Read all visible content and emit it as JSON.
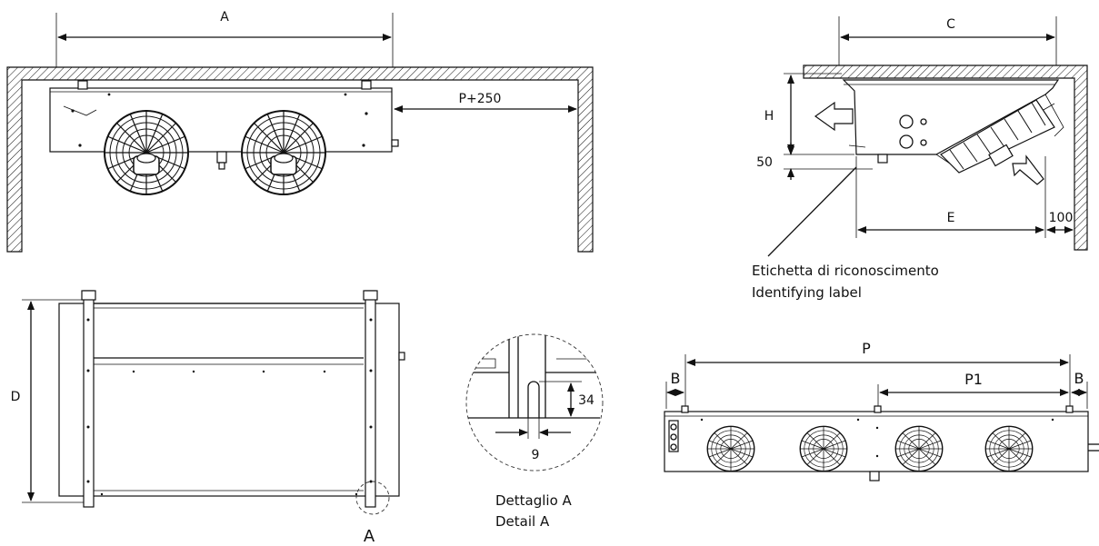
{
  "dimensions": {
    "a": "A",
    "p_plus_250": "P+250",
    "c": "C",
    "h": "H",
    "fifty": "50",
    "e": "E",
    "hundred": "100",
    "d": "D",
    "p": "P",
    "p1": "P1",
    "b": "B",
    "thirty_four": "34",
    "nine": "9",
    "detail_marker": "A"
  },
  "labels": {
    "identifying_it": "Etichetta di riconoscimento",
    "identifying_en": "Identifying label",
    "detail_it": "Dettaglio A",
    "detail_en": "Detail A"
  }
}
